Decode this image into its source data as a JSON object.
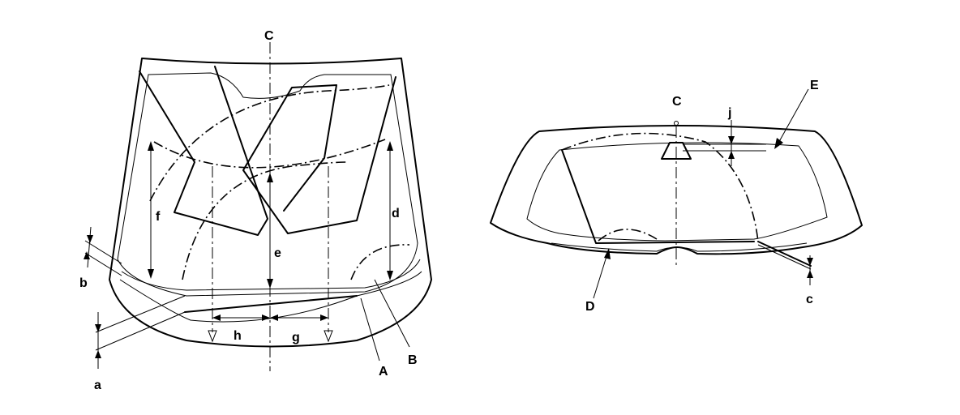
{
  "front_view": {
    "labels": {
      "a": "a",
      "b": "b",
      "c": "C",
      "d": "d",
      "e": "e",
      "f": "f",
      "g": "g",
      "h": "h",
      "A": "A",
      "B": "B"
    }
  },
  "rear_view": {
    "labels": {
      "c_center": "C",
      "j": "j",
      "c": "c",
      "D": "D",
      "E": "E"
    }
  }
}
